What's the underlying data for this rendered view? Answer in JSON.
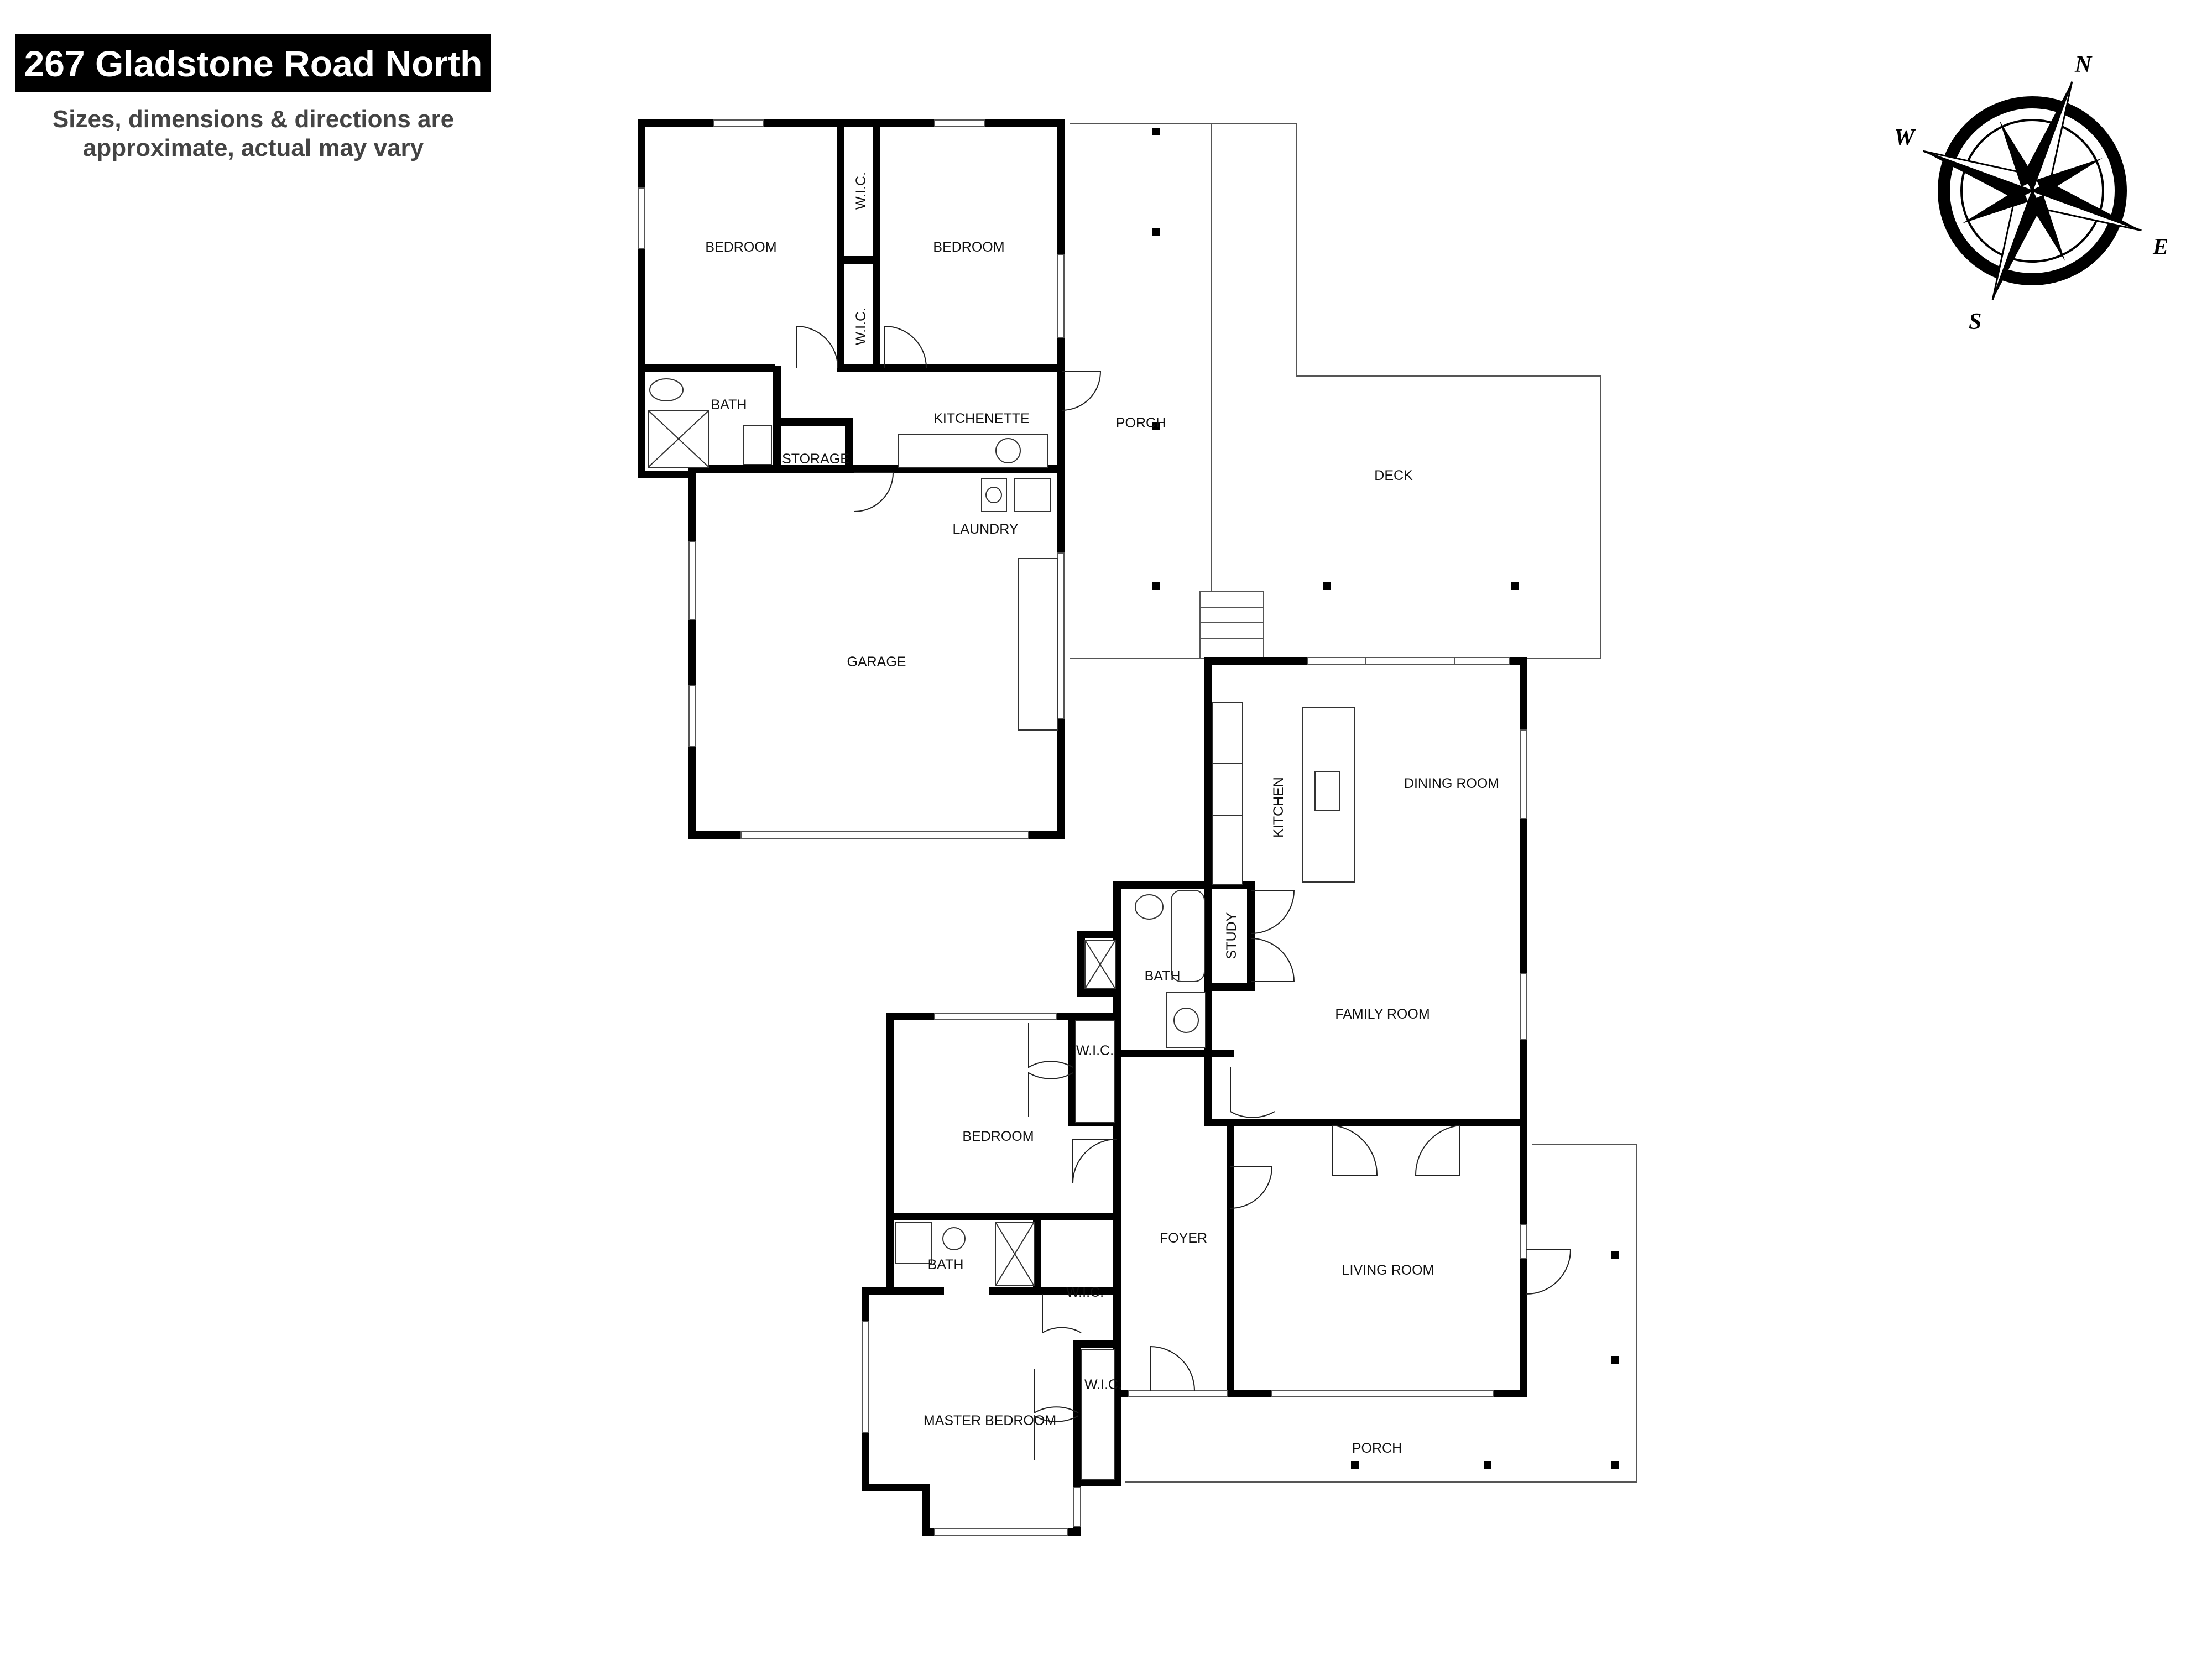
{
  "header": {
    "title": "267 Gladstone Road North",
    "disclaimer_line1": "Sizes, dimensions & directions are",
    "disclaimer_line2": "approximate, actual may vary"
  },
  "compass": {
    "n": "N",
    "e": "E",
    "s": "S",
    "w": "W"
  },
  "rooms": {
    "bedroom_nw": "BEDROOM",
    "bedroom_ne": "BEDROOM",
    "wic_top": "W.I.C.",
    "wic_mid": "W.I.C.",
    "bath_top": "BATH",
    "kitchenette": "KITCHENETTE",
    "storage": "STORAGE",
    "porch_top": "PORCH",
    "deck": "DECK",
    "laundry": "LAUNDRY",
    "garage": "GARAGE",
    "kitchen": "KITCHEN",
    "dining_room": "DINING ROOM",
    "study": "STUDY",
    "bath_mid": "BATH",
    "family_room": "FAMILY ROOM",
    "wic_bed": "W.I.C.",
    "bedroom_sw": "BEDROOM",
    "foyer": "FOYER",
    "living_room": "LIVING ROOM",
    "bath_master": "BATH",
    "wic_master_top": "W.I.C.",
    "wic_master_side": "W.I.C.",
    "master_bedroom": "MASTER BEDROOM",
    "porch_bottom": "PORCH"
  },
  "colors": {
    "wall": "#000000",
    "title_bg": "#000000",
    "title_fg": "#ffffff",
    "disclaimer": "#444444"
  }
}
